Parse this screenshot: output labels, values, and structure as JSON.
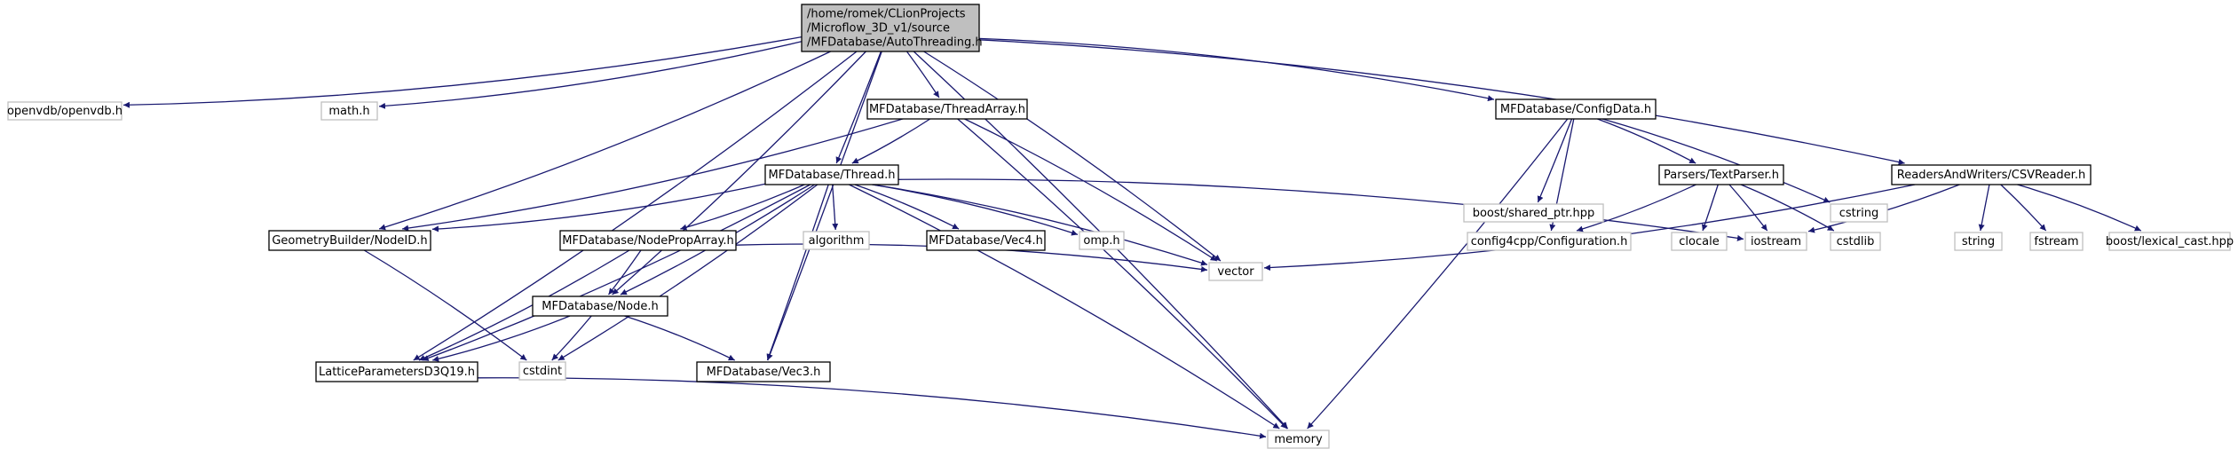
{
  "colors": {
    "edge": "#191970",
    "root_fill": "#bfbfbf",
    "root_border": "#000000",
    "local_border": "#000000",
    "system_border": "#bfbfbf",
    "system_text": "#8c8c8c",
    "local_text": "#000000"
  },
  "nodes": [
    {
      "id": "root",
      "kind": "root",
      "lines": [
        "/home/romek/CLionProjects",
        "/Microflow_3D_v1/source",
        "/MFDatabase/AutoThreading.h"
      ]
    },
    {
      "id": "openvdb",
      "kind": "system",
      "lines": [
        "openvdb/openvdb.h"
      ]
    },
    {
      "id": "math",
      "kind": "system",
      "lines": [
        "math.h"
      ]
    },
    {
      "id": "threadarray",
      "kind": "local",
      "lines": [
        "MFDatabase/ThreadArray.h"
      ]
    },
    {
      "id": "configdata",
      "kind": "local",
      "lines": [
        "MFDatabase/ConfigData.h"
      ]
    },
    {
      "id": "csvreader",
      "kind": "local",
      "lines": [
        "ReadersAndWriters/CSVReader.h"
      ]
    },
    {
      "id": "thread",
      "kind": "local",
      "lines": [
        "MFDatabase/Thread.h"
      ]
    },
    {
      "id": "sharedptr",
      "kind": "system",
      "lines": [
        "boost/shared_ptr.hpp"
      ]
    },
    {
      "id": "textparser",
      "kind": "local",
      "lines": [
        "Parsers/TextParser.h"
      ]
    },
    {
      "id": "cstring",
      "kind": "system",
      "lines": [
        "cstring"
      ]
    },
    {
      "id": "nodeid",
      "kind": "local",
      "lines": [
        "GeometryBuilder/NodeID.h"
      ]
    },
    {
      "id": "nodeproparray",
      "kind": "local",
      "lines": [
        "MFDatabase/NodePropArray.h"
      ]
    },
    {
      "id": "algorithm",
      "kind": "system",
      "lines": [
        "algorithm"
      ]
    },
    {
      "id": "vec4",
      "kind": "local",
      "lines": [
        "MFDatabase/Vec4.h"
      ]
    },
    {
      "id": "omp",
      "kind": "system",
      "lines": [
        "omp.h"
      ]
    },
    {
      "id": "configuration",
      "kind": "system",
      "lines": [
        "config4cpp/Configuration.h"
      ]
    },
    {
      "id": "clocale",
      "kind": "system",
      "lines": [
        "clocale"
      ]
    },
    {
      "id": "iostream",
      "kind": "system",
      "lines": [
        "iostream"
      ]
    },
    {
      "id": "cstdlib",
      "kind": "system",
      "lines": [
        "cstdlib"
      ]
    },
    {
      "id": "string",
      "kind": "system",
      "lines": [
        "string"
      ]
    },
    {
      "id": "fstream",
      "kind": "system",
      "lines": [
        "fstream"
      ]
    },
    {
      "id": "lexicalcast",
      "kind": "system",
      "lines": [
        "boost/lexical_cast.hpp"
      ]
    },
    {
      "id": "vector",
      "kind": "system",
      "lines": [
        "vector"
      ]
    },
    {
      "id": "node",
      "kind": "local",
      "lines": [
        "MFDatabase/Node.h"
      ]
    },
    {
      "id": "lattice",
      "kind": "local",
      "lines": [
        "LatticeParametersD3Q19.h"
      ]
    },
    {
      "id": "cstdint",
      "kind": "system",
      "lines": [
        "cstdint"
      ]
    },
    {
      "id": "vec3",
      "kind": "local",
      "lines": [
        "MFDatabase/Vec3.h"
      ]
    },
    {
      "id": "memory",
      "kind": "system",
      "lines": [
        "memory"
      ]
    }
  ],
  "edges": [
    [
      "root",
      "openvdb"
    ],
    [
      "root",
      "math"
    ],
    [
      "root",
      "threadarray"
    ],
    [
      "root",
      "configdata"
    ],
    [
      "root",
      "csvreader"
    ],
    [
      "root",
      "thread"
    ],
    [
      "root",
      "nodeid"
    ],
    [
      "root",
      "node"
    ],
    [
      "root",
      "lattice"
    ],
    [
      "root",
      "vector"
    ],
    [
      "root",
      "vec3"
    ],
    [
      "root",
      "memory"
    ],
    [
      "threadarray",
      "thread"
    ],
    [
      "threadarray",
      "nodeid"
    ],
    [
      "threadarray",
      "vector"
    ],
    [
      "threadarray",
      "memory"
    ],
    [
      "configdata",
      "sharedptr"
    ],
    [
      "configdata",
      "textparser"
    ],
    [
      "configdata",
      "cstring"
    ],
    [
      "configdata",
      "configuration"
    ],
    [
      "configdata",
      "memory"
    ],
    [
      "textparser",
      "configuration"
    ],
    [
      "textparser",
      "clocale"
    ],
    [
      "textparser",
      "iostream"
    ],
    [
      "textparser",
      "cstdlib"
    ],
    [
      "csvreader",
      "iostream"
    ],
    [
      "csvreader",
      "string"
    ],
    [
      "csvreader",
      "fstream"
    ],
    [
      "csvreader",
      "lexicalcast"
    ],
    [
      "csvreader",
      "vector"
    ],
    [
      "thread",
      "nodeid"
    ],
    [
      "thread",
      "nodeproparray"
    ],
    [
      "thread",
      "algorithm"
    ],
    [
      "thread",
      "vec4"
    ],
    [
      "thread",
      "omp"
    ],
    [
      "thread",
      "iostream"
    ],
    [
      "thread",
      "vector"
    ],
    [
      "thread",
      "node"
    ],
    [
      "thread",
      "lattice"
    ],
    [
      "thread",
      "cstdint"
    ],
    [
      "thread",
      "vec3"
    ],
    [
      "thread",
      "memory"
    ],
    [
      "nodeid",
      "cstdint"
    ],
    [
      "nodeproparray",
      "node"
    ],
    [
      "nodeproparray",
      "lattice"
    ],
    [
      "nodeproparray",
      "vector"
    ],
    [
      "node",
      "lattice"
    ],
    [
      "node",
      "cstdint"
    ],
    [
      "node",
      "vec3"
    ],
    [
      "lattice",
      "memory"
    ]
  ]
}
